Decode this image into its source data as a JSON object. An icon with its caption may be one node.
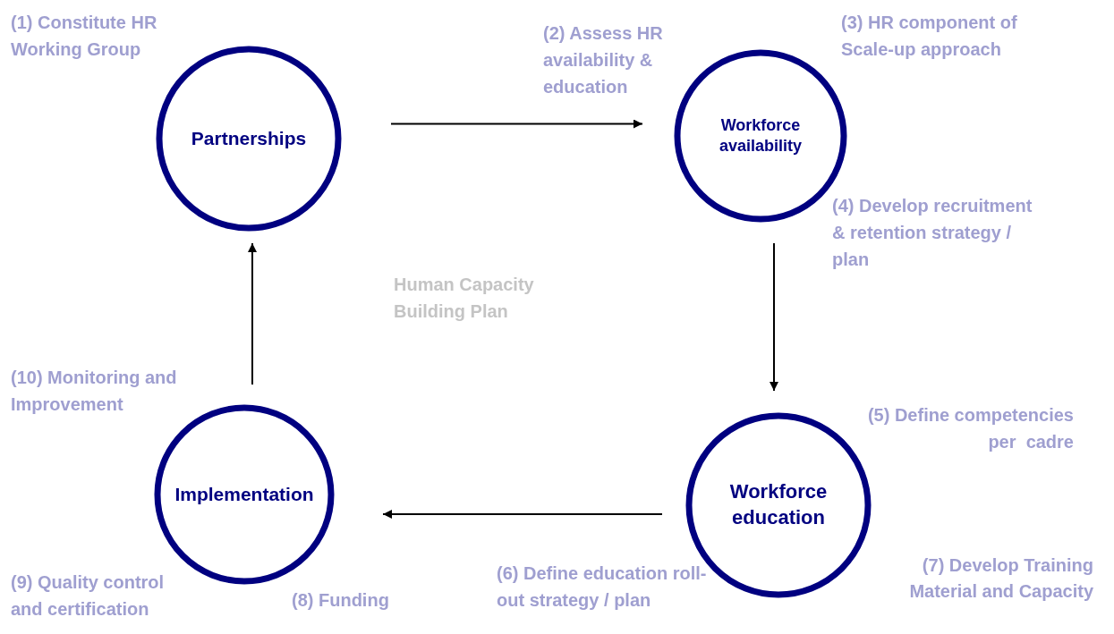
{
  "diagram": {
    "nodes": [
      {
        "text": [
          "Partnerships"
        ]
      },
      {
        "text": [
          "Workforce availability"
        ]
      },
      {
        "text": [
          "Workforce education"
        ]
      },
      {
        "text": [
          "Implementation"
        ]
      }
    ],
    "edges": [
      {
        "from": 0,
        "to": 1,
        "arrow": "to"
      },
      {
        "from": 1,
        "to": 2,
        "arrow": "to"
      },
      {
        "from": 2,
        "to": 3,
        "arrow": "to"
      },
      {
        "from": 3,
        "to": 0,
        "arrow": "to"
      }
    ],
    "labels": [
      "(1) Constitute HR Working Group",
      "(2) Assess HR availability & education",
      "(3) HR component of Scale-up approach",
      "(4) Develop recruitment & retention strategy / plan",
      "Human Capacity Building Plan",
      "(10) Monitoring and Improvement",
      "(5) Define competencies per  cadre",
      "(6) Define education roll-out strategy / plan",
      "(7) Develop Training Material and Capacity",
      "(9) Quality control and certification",
      "(8) Funding"
    ]
  }
}
